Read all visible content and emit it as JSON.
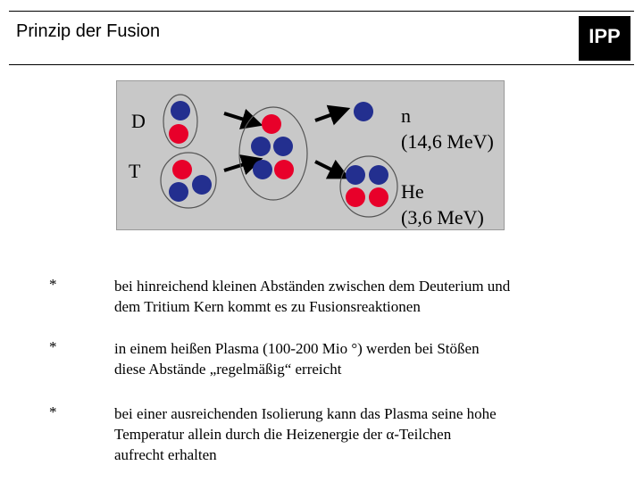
{
  "header": {
    "title": "Prinzip der Fusion",
    "logo_text": "IPP"
  },
  "diagram": {
    "label_d": "D",
    "label_t": "T",
    "neutron_label": "n",
    "neutron_energy": "(14,6 MeV)",
    "helium_label": "He",
    "helium_energy": "(3,6 MeV)",
    "colors": {
      "proton": "#e8002a",
      "neutron": "#232f8f",
      "background": "#c8c8c8",
      "arrow": "#000000"
    }
  },
  "bullets": [
    {
      "marker": "*",
      "line1": "bei hinreichend kleinen Abständen zwischen dem Deuterium und",
      "line2": "dem Tritium Kern kommt es zu Fusionsreaktionen"
    },
    {
      "marker": "*",
      "line1": "in einem heißen Plasma (100-200 Mio °) werden bei Stößen",
      "line2": "diese Abstände „regelmäßig“ erreicht"
    },
    {
      "marker": "*",
      "line1": "bei einer ausreichenden Isolierung kann das Plasma seine hohe",
      "line2": "Temperatur allein durch die Heizenergie der α-Teilchen",
      "line3": "aufrecht erhalten"
    }
  ]
}
